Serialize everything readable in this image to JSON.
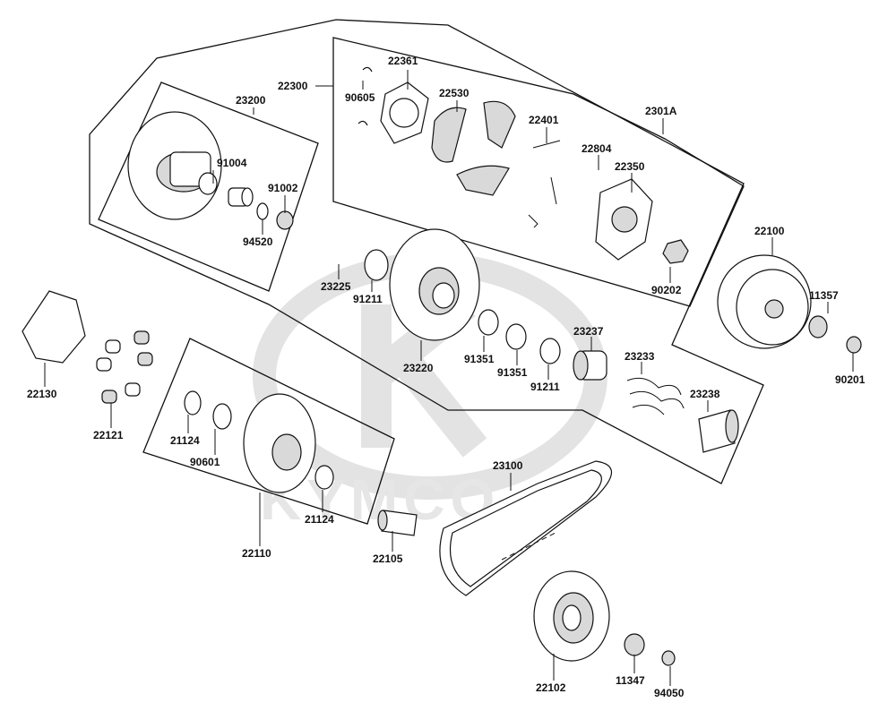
{
  "watermark": {
    "text": "KYMCO"
  },
  "labels": {
    "l22300": "22300",
    "l22361": "22361",
    "l90605": "90605",
    "l22530": "22530",
    "l22401": "22401",
    "l22804": "22804",
    "l22350": "22350",
    "l2301A": "2301A",
    "l23200": "23200",
    "l91004": "91004",
    "l91002": "91002",
    "l94520": "94520",
    "l23225": "23225",
    "l91211a": "91211",
    "l90202": "90202",
    "l22100": "22100",
    "l11357": "11357",
    "l90201": "90201",
    "l22130": "22130",
    "l22121": "22121",
    "l23220": "23220",
    "l91351a": "91351",
    "l91351b": "91351",
    "l91211b": "91211",
    "l23237": "23237",
    "l23233": "23233",
    "l23238": "23238",
    "l21124a": "21124",
    "l90601": "90601",
    "l21124b": "21124",
    "l22110": "22110",
    "l23100": "23100",
    "l22105": "22105",
    "l22102": "22102",
    "l11347": "11347",
    "l94050": "94050"
  }
}
